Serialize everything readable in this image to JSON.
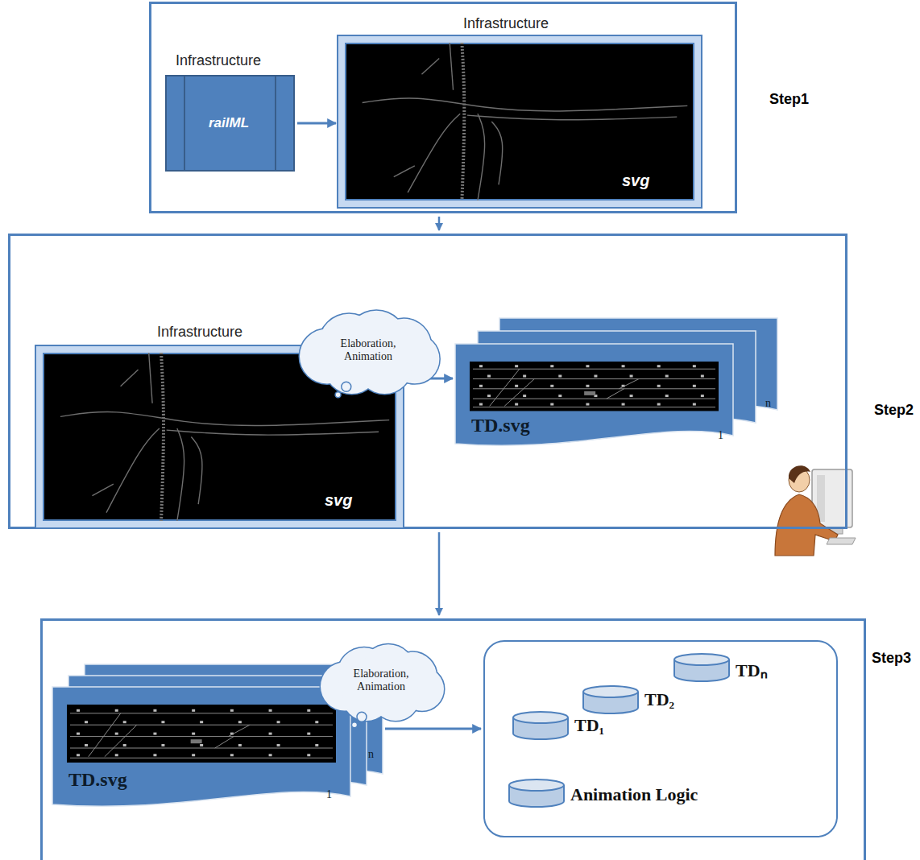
{
  "diagram": {
    "nodes": [
      {
        "text": [
          "Step1"
        ]
      },
      {
        "text": [
          "Infrastructure",
          "railML"
        ],
        "in": 0
      },
      {
        "text": [
          "Infrastructure",
          "svg"
        ],
        "in": 0
      },
      {
        "text": [
          "Step2"
        ]
      },
      {
        "text": [
          "Infrastructure",
          "svg"
        ],
        "in": 3
      },
      {
        "text": [
          "Elaboration, Animation"
        ],
        "in": 4
      },
      {
        "text": [
          "TD.svg",
          "1",
          "n"
        ],
        "in": 3
      },
      {
        "text": [
          "Step3"
        ]
      },
      {
        "text": [
          "TD.svg",
          "1",
          "n"
        ],
        "in": 7
      },
      {
        "text": [
          "Elaboration, Animation"
        ],
        "in": 8
      },
      {
        "text": [],
        "in": 7
      },
      {
        "text": [
          "TD₁"
        ],
        "in": 10
      },
      {
        "text": [
          "TD₂"
        ],
        "in": 10
      },
      {
        "text": [
          "TDₙ"
        ],
        "in": 10
      },
      {
        "text": [
          "Animation Logic"
        ],
        "in": 10
      }
    ],
    "edges": [
      {
        "from": 0,
        "to": 3,
        "arrow": "to"
      },
      {
        "from": 3,
        "to": 7,
        "arrow": "to"
      },
      {
        "from": 1,
        "to": 2,
        "arrow": "to"
      },
      {
        "from": 4,
        "to": 6,
        "arrow": "to"
      },
      {
        "from": 8,
        "to": 10,
        "arrow": "to"
      }
    ]
  }
}
